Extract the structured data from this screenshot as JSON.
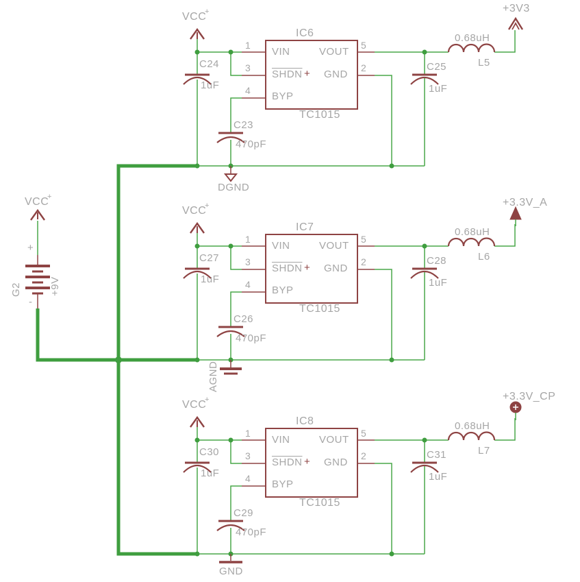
{
  "colors": {
    "symbol": "#8e4343",
    "wire": "#48a748",
    "bus": "#3f9e3f",
    "label": "#a6a6a6"
  },
  "battery": {
    "ref": "G2",
    "value": "+9V",
    "positive_label": "+",
    "negative_label": "-",
    "supply": {
      "name": "VCC",
      "sup": "+"
    }
  },
  "regulators": [
    {
      "ic": {
        "ref": "IC6",
        "value": "TC1015"
      },
      "pins": {
        "vin": {
          "number": "1",
          "name": "VIN"
        },
        "shdn": {
          "number": "3",
          "name": "SHDN"
        },
        "byp": {
          "number": "4",
          "name": "BYP"
        },
        "vout": {
          "number": "5",
          "name": "VOUT"
        },
        "gnd": {
          "number": "2",
          "name": "GND"
        }
      },
      "plus_mark": "+",
      "supply": {
        "name": "VCC",
        "sup": "+"
      },
      "caps": {
        "input": {
          "ref": "C24",
          "value": "1uF"
        },
        "bypass": {
          "ref": "C23",
          "value": "470pF"
        },
        "output": {
          "ref": "C25",
          "value": "1uF"
        }
      },
      "inductor": {
        "ref": "L5",
        "value": "0.68uH"
      },
      "output_net": "+3V3",
      "ground_net": "DGND"
    },
    {
      "ic": {
        "ref": "IC7",
        "value": "TC1015"
      },
      "pins": {
        "vin": {
          "number": "1",
          "name": "VIN"
        },
        "shdn": {
          "number": "3",
          "name": "SHDN"
        },
        "byp": {
          "number": "4",
          "name": "BYP"
        },
        "vout": {
          "number": "5",
          "name": "VOUT"
        },
        "gnd": {
          "number": "2",
          "name": "GND"
        }
      },
      "plus_mark": "+",
      "supply": {
        "name": "VCC",
        "sup": "+"
      },
      "caps": {
        "input": {
          "ref": "C27",
          "value": "1uF"
        },
        "bypass": {
          "ref": "C26",
          "value": "470pF"
        },
        "output": {
          "ref": "C28",
          "value": "1uF"
        }
      },
      "inductor": {
        "ref": "L6",
        "value": "0.68uH"
      },
      "output_net": "+3.3V_A",
      "ground_net": "AGND"
    },
    {
      "ic": {
        "ref": "IC8",
        "value": "TC1015"
      },
      "pins": {
        "vin": {
          "number": "1",
          "name": "VIN"
        },
        "shdn": {
          "number": "3",
          "name": "SHDN"
        },
        "byp": {
          "number": "4",
          "name": "BYP"
        },
        "vout": {
          "number": "5",
          "name": "VOUT"
        },
        "gnd": {
          "number": "2",
          "name": "GND"
        }
      },
      "plus_mark": "+",
      "supply": {
        "name": "VCC",
        "sup": "+"
      },
      "caps": {
        "input": {
          "ref": "C30",
          "value": "1uF"
        },
        "bypass": {
          "ref": "C29",
          "value": "470pF"
        },
        "output": {
          "ref": "C31",
          "value": "1uF"
        }
      },
      "inductor": {
        "ref": "L7",
        "value": "0.68uH"
      },
      "output_net": "+3.3V_CP",
      "ground_net": "GND"
    }
  ]
}
